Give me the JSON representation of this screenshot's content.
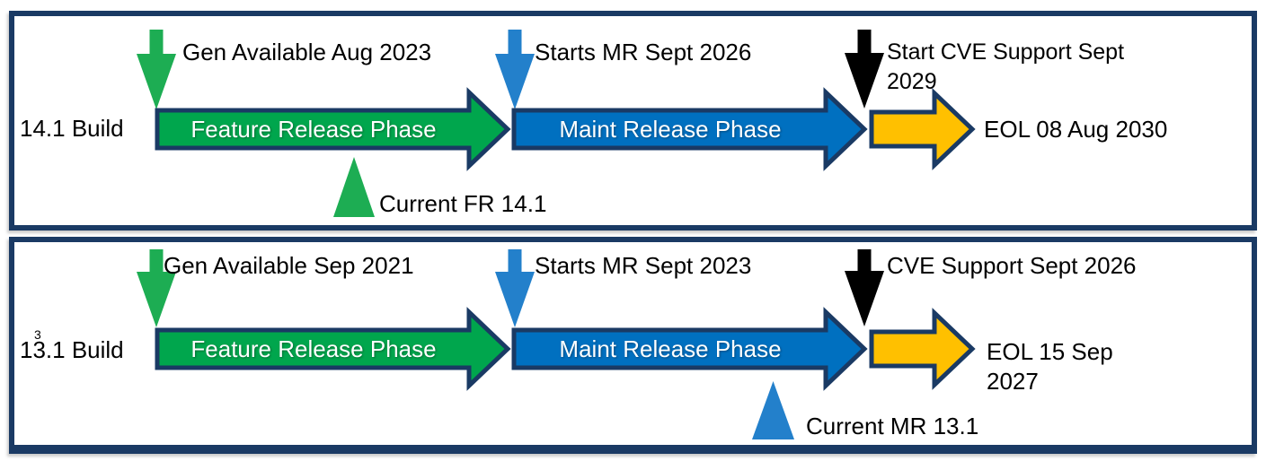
{
  "diagram_title": "Build release lifecycle timelines",
  "colors": {
    "panel_border": "#1A3A64",
    "feature_phase": "#00A64D",
    "maint_phase": "#0070C0",
    "cve_phase": "#FFC000",
    "green_marker": "#1DAD53",
    "blue_marker": "#2380CB",
    "gold_marker": "#FFC000",
    "phase_text": "#FFFFFF",
    "label_text": "#000000"
  },
  "panels": [
    {
      "build_label": "14.1 Build",
      "build_superscript": "",
      "ga_label": "Gen Available Aug 2023",
      "mr_label": "Starts MR Sept 2026",
      "cve_label": "Start CVE Support Sept 2029",
      "feature_phase_label": "Feature Release Phase",
      "maint_phase_label": "Maint Release Phase",
      "eol_label": "EOL 08 Aug 2030",
      "current_label": "Current FR 14.1"
    },
    {
      "build_label": "13.1 Build",
      "build_superscript": "3",
      "ga_label": "Gen Available Sep 2021",
      "mr_label": "Starts MR Sept 2023",
      "cve_label": "CVE Support Sept 2026",
      "feature_phase_label": "Feature Release Phase",
      "maint_phase_label": "Maint Release Phase",
      "eol_label": "EOL 15 Sep 2027",
      "current_label": "Current MR 13.1"
    }
  ]
}
